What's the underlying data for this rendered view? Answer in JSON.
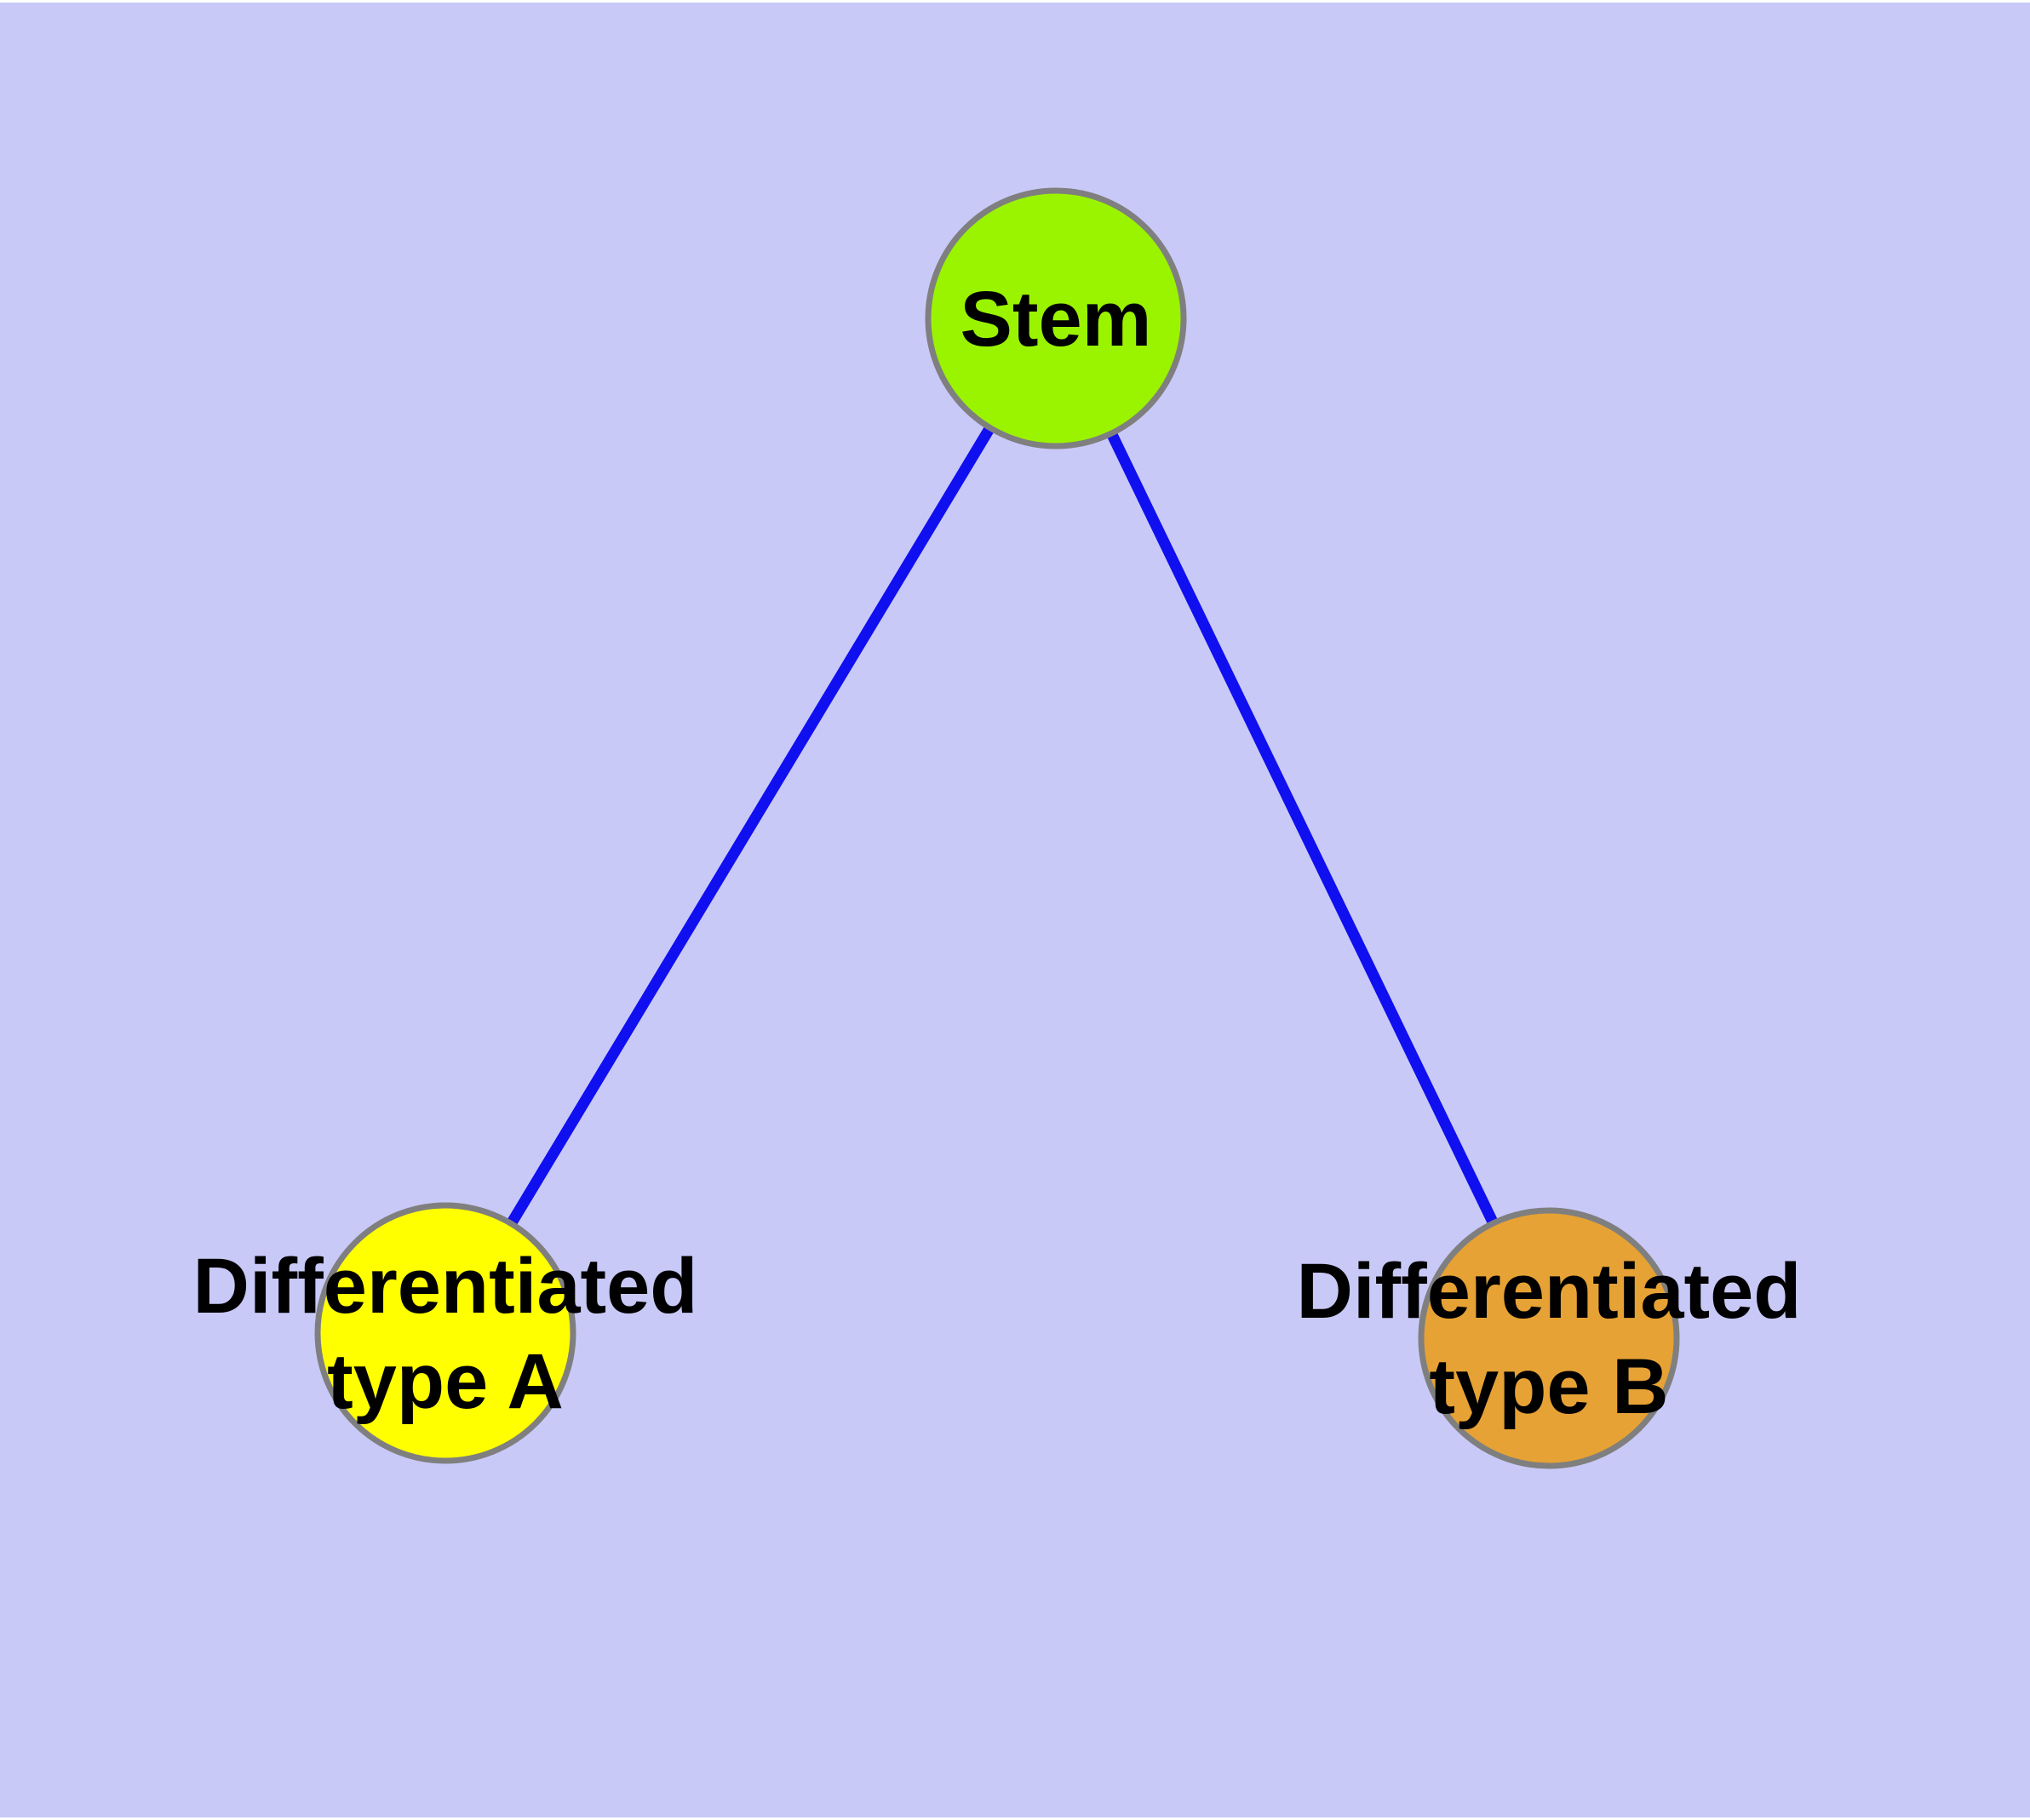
{
  "diagram": {
    "type": "node-link-graph",
    "title": "",
    "background_color": "#c9c9f8",
    "page_border_color": "#ffffff",
    "edge_color": "#0f0ff0",
    "node_border_color": "#7f7f7f",
    "label_color": "#000000",
    "nodes": [
      {
        "id": "stem",
        "label": "Stem",
        "label_lines": [
          "Stem"
        ],
        "fill": "#9af400"
      },
      {
        "id": "differentiated-type-a",
        "label": "Differentiated type A",
        "label_lines": [
          "Differentiated",
          "type A"
        ],
        "fill": "#ffff00"
      },
      {
        "id": "differentiated-type-b",
        "label": "Differentiated type B",
        "label_lines": [
          "Differentiated",
          "type B"
        ],
        "fill": "#e6a234"
      }
    ],
    "edges": [
      {
        "from": "stem",
        "to": "differentiated-type-a"
      },
      {
        "from": "stem",
        "to": "differentiated-type-b"
      }
    ]
  }
}
